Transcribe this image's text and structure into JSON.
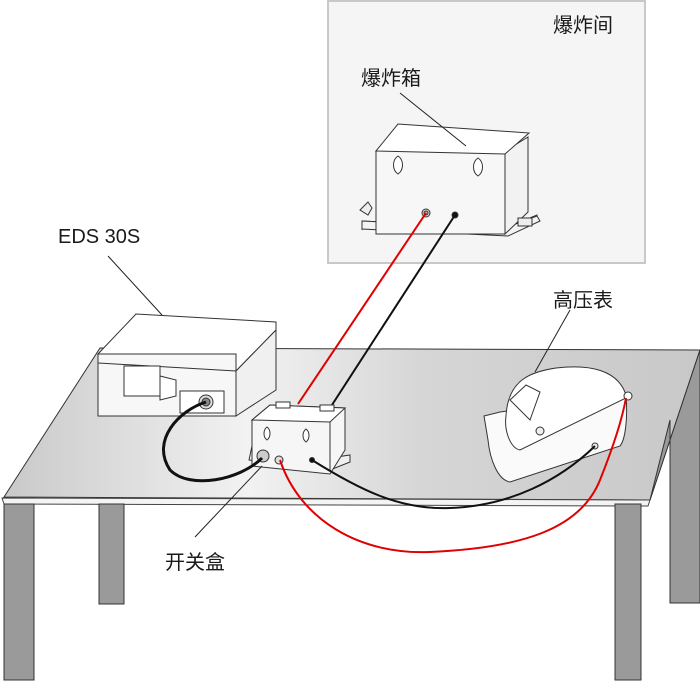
{
  "diagram": {
    "title": "Electric detonator test setup",
    "labels": {
      "blast_room": "爆炸间",
      "blast_box": "爆炸箱",
      "eds": "EDS 30S",
      "hv_meter": "高压表",
      "switch_box": "开关盒"
    },
    "connections": [
      {
        "from": "EDS 30S",
        "to": "开关盒",
        "wire": "black"
      },
      {
        "from": "开关盒",
        "to": "爆炸箱",
        "wire": "red"
      },
      {
        "from": "开关盒",
        "to": "爆炸箱",
        "wire": "black"
      },
      {
        "from": "开关盒",
        "to": "高压表",
        "wire": "red"
      },
      {
        "from": "开关盒",
        "to": "高压表",
        "wire": "black"
      }
    ],
    "colors": {
      "red_wire": "#e00000",
      "black_wire": "#111111",
      "table_top": "#cfcfcf",
      "table_leg": "#9a9a9a",
      "room_bg": "#f5f5f5",
      "room_border": "#c8c8c8"
    }
  }
}
